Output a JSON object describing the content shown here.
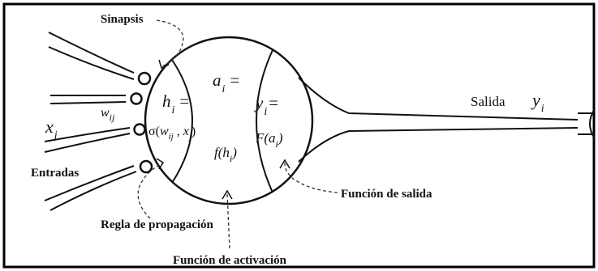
{
  "labels": {
    "synapse": "Sinapsis",
    "inputs": "Entradas",
    "propagation_rule": "Regla de propagación",
    "activation_function": "Función de activación",
    "output_function": "Función de salida",
    "output": "Salida"
  },
  "math": {
    "input_var": "x",
    "input_sub": "j",
    "weight_var": "w",
    "weight_sub": "ij",
    "h_var": "h",
    "h_sub": "i",
    "h_eq": "=",
    "sigma_expr_start": "σ(",
    "sigma_w": "w",
    "sigma_w_sub": "ij",
    "sigma_sep": " , ",
    "sigma_x": "x",
    "sigma_x_sub": "j",
    "sigma_close": ")",
    "a_var": "a",
    "a_sub": "i",
    "a_eq": "=",
    "f_expr_start": "f(h",
    "f_sub": "i",
    "f_close": ")",
    "y_var": "y",
    "y_sub": "i",
    "y_eq": "=",
    "F_expr_start": "F(a",
    "F_sub": "i",
    "F_close": ")",
    "output_var": "y",
    "output_sub": "i"
  }
}
